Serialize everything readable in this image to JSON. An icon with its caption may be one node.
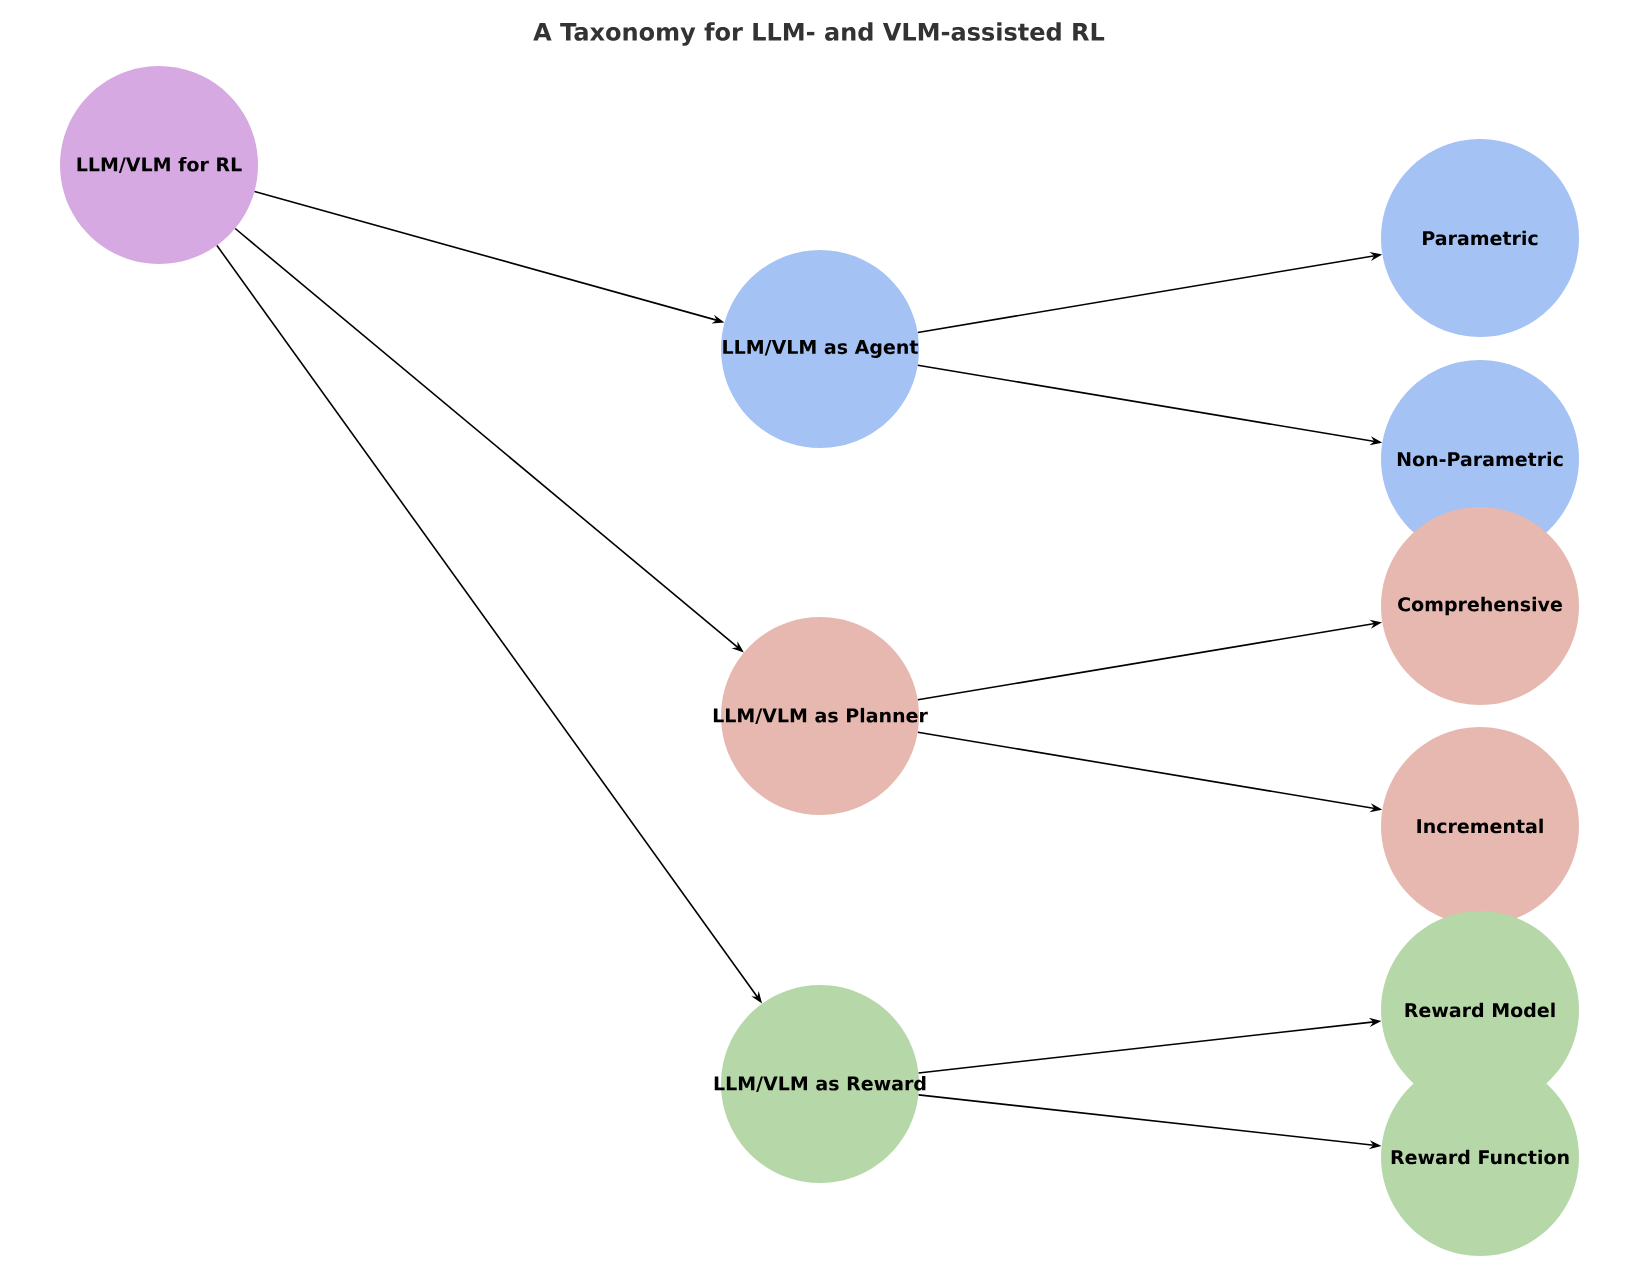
{
  "diagram": {
    "title": "A Taxonomy for LLM- and VLM-assisted RL",
    "nodes": [
      {
        "text": [
          "LLM/VLM for RL"
        ]
      },
      {
        "text": [
          "LLM/VLM as Agent"
        ]
      },
      {
        "text": [
          "LLM/VLM as Planner"
        ]
      },
      {
        "text": [
          "LLM/VLM as Reward"
        ]
      },
      {
        "text": [
          "Parametric"
        ]
      },
      {
        "text": [
          "Non-Parametric"
        ]
      },
      {
        "text": [
          "Comprehensive"
        ]
      },
      {
        "text": [
          "Incremental"
        ]
      },
      {
        "text": [
          "Reward Model"
        ]
      },
      {
        "text": [
          "Reward Function"
        ]
      }
    ],
    "edges": [
      {
        "from": 0,
        "to": 1,
        "arrow": "to"
      },
      {
        "from": 0,
        "to": 2,
        "arrow": "to"
      },
      {
        "from": 0,
        "to": 3,
        "arrow": "to"
      },
      {
        "from": 1,
        "to": 4,
        "arrow": "to"
      },
      {
        "from": 1,
        "to": 5,
        "arrow": "to"
      },
      {
        "from": 2,
        "to": 6,
        "arrow": "to"
      },
      {
        "from": 2,
        "to": 7,
        "arrow": "to"
      },
      {
        "from": 3,
        "to": 8,
        "arrow": "to"
      },
      {
        "from": 3,
        "to": 9,
        "arrow": "to"
      }
    ]
  }
}
